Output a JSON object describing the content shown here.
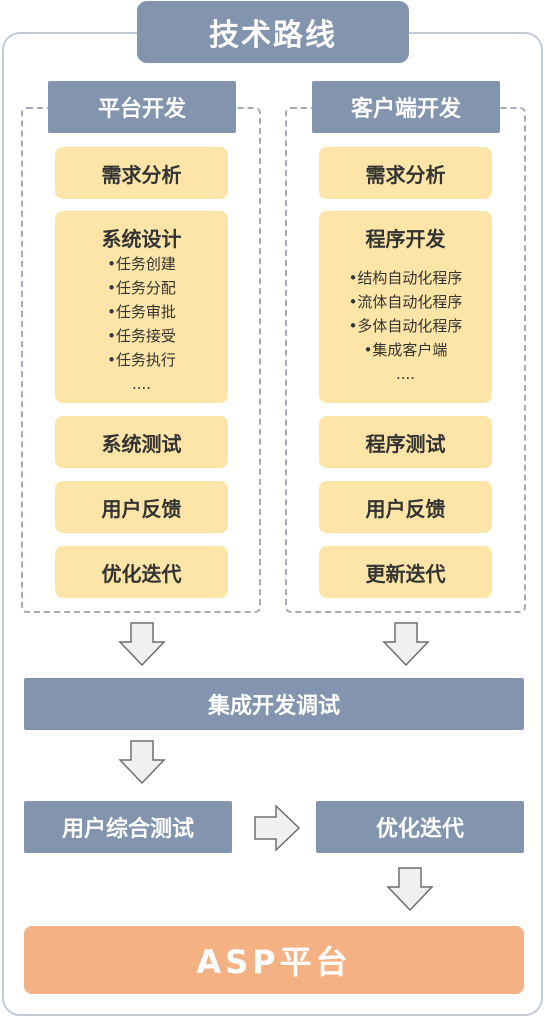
{
  "title": "技术路线",
  "platform": {
    "header": "平台开发",
    "steps": [
      "需求分析",
      "系统设计",
      "系统测试",
      "用户反馈",
      "优化迭代"
    ],
    "design_items": [
      "•任务创建",
      "•任务分配",
      "•任务审批",
      "•任务接受",
      "•任务执行",
      "...."
    ]
  },
  "client": {
    "header": "客户端开发",
    "steps": [
      "需求分析",
      "程序开发",
      "程序测试",
      "用户反馈",
      "更新迭代"
    ],
    "dev_items": [
      "•结构自动化程序",
      "•流体自动化程序",
      "•多体自动化程序",
      "•集成客户端",
      "...."
    ]
  },
  "integration": "集成开发调试",
  "user_test": "用户综合测试",
  "optimize": "优化迭代",
  "final": "ASP平台"
}
